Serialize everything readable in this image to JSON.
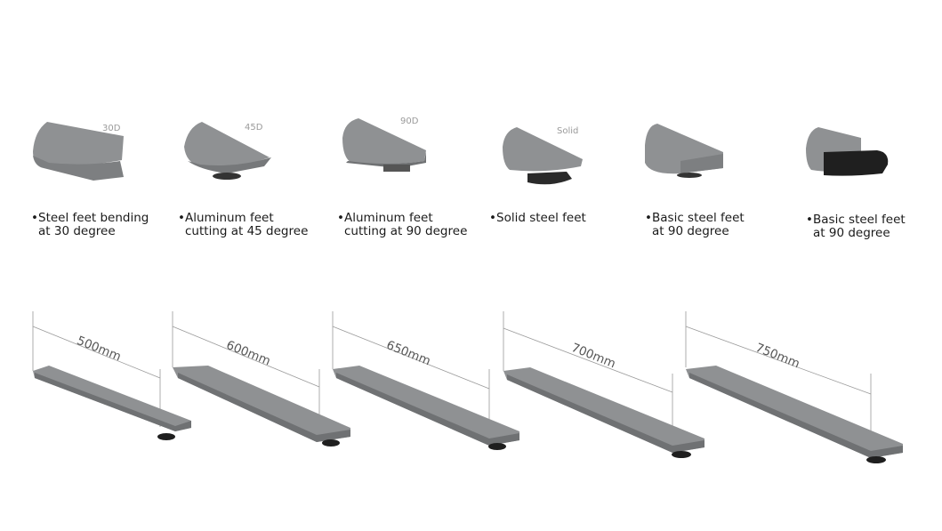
{
  "feet": [
    {
      "tag": "30D",
      "caption_line1": "Steel feet bending",
      "caption_line2": "at 30 degree"
    },
    {
      "tag": "45D",
      "caption_line1": "Aluminum feet",
      "caption_line2": "cutting at 45 degree"
    },
    {
      "tag": "90D",
      "caption_line1": "Aluminum feet",
      "caption_line2": "cutting at 90 degree"
    },
    {
      "tag": "Solid",
      "caption_line1": "Solid steel feet",
      "caption_line2": ""
    },
    {
      "tag": "",
      "caption_line1": "Basic steel feet",
      "caption_line2": "at 90 degree"
    },
    {
      "tag": "",
      "caption_line1": "Basic steel feet",
      "caption_line2": "at 90 degree"
    }
  ],
  "bullet": "•",
  "lengths": [
    "500mm",
    "600mm",
    "650mm",
    "700mm",
    "750mm"
  ],
  "colors": {
    "metal": "#8f9193",
    "metal_dark": "#6f7173",
    "pad": "#1f1f1f",
    "dim_line": "#9a9a9a"
  }
}
